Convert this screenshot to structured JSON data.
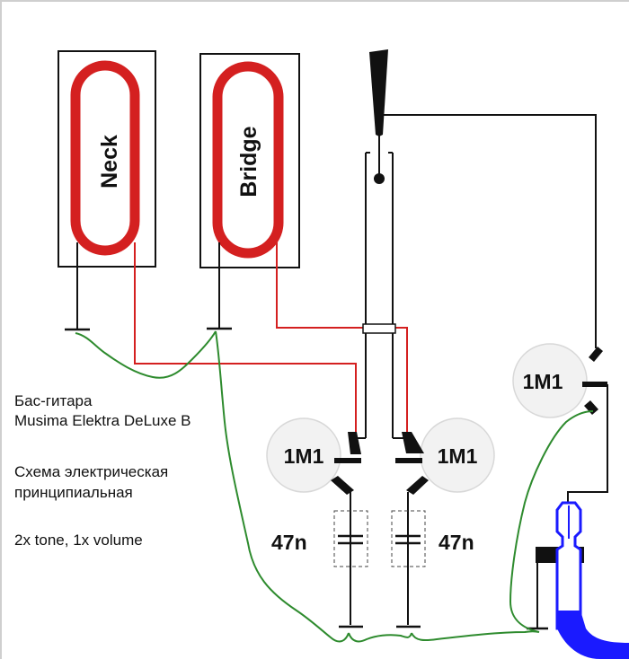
{
  "pickups": {
    "neck_label": "Neck",
    "bridge_label": "Bridge"
  },
  "pots": {
    "tone1_label": "1M1",
    "tone2_label": "1M1",
    "volume_label": "1M1"
  },
  "capacitors": {
    "cap1_label": "47n",
    "cap2_label": "47n"
  },
  "caption": {
    "line1": "Бас-гитара",
    "line2": "Musima Elektra DeLuxe B",
    "line3": "Схема электрическая",
    "line4": "принципиальная",
    "line5": "2x tone, 1x volume"
  },
  "colors": {
    "wire_black": "#111111",
    "wire_red": "#d42020",
    "wire_ground": "#2e8b2e",
    "pickup_coil": "#d42020",
    "jack_blue": "#1a1aff",
    "pot_fill": "#f2f2f2"
  }
}
